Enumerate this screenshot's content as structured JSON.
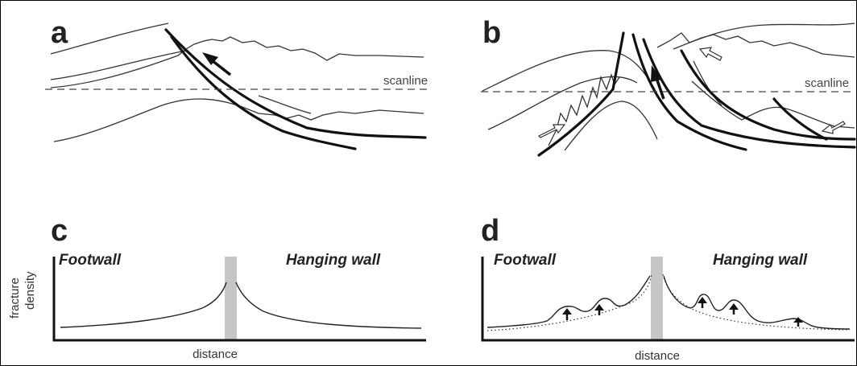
{
  "panels": {
    "a": {
      "letter": "a",
      "scanline_label": "scanline"
    },
    "b": {
      "letter": "b",
      "scanline_label": "scanline"
    },
    "c": {
      "letter": "c",
      "footwall_label": "Footwall",
      "hanging_wall_label": "Hanging wall",
      "x_axis_label": "distance",
      "y_axis_label_line1": "fracture",
      "y_axis_label_line2": "density"
    },
    "d": {
      "letter": "d",
      "footwall_label": "Footwall",
      "hanging_wall_label": "Hanging wall",
      "x_axis_label": "distance"
    }
  },
  "colors": {
    "fault_zone": "#c6c6c6",
    "lines": "#222222"
  }
}
